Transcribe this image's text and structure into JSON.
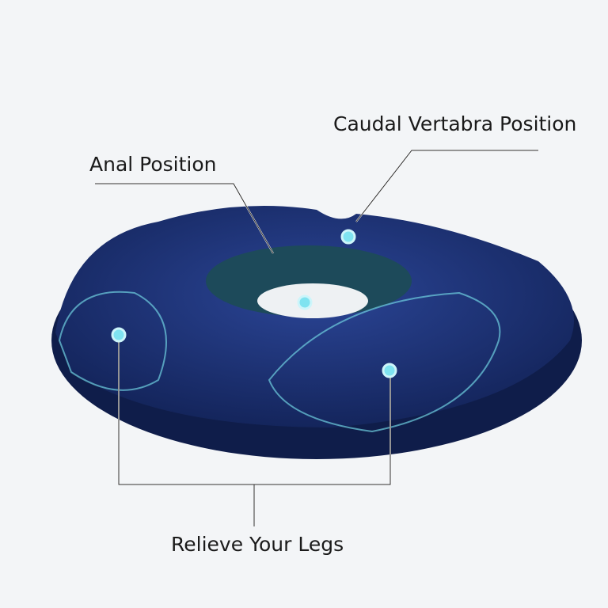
{
  "labels": {
    "caudal": "Caudal Vertabra Position",
    "anal": "Anal Position",
    "legs": "Relieve Your Legs"
  },
  "colors": {
    "cushion": "#1a2f6e",
    "accent": "#7fe3f0"
  }
}
